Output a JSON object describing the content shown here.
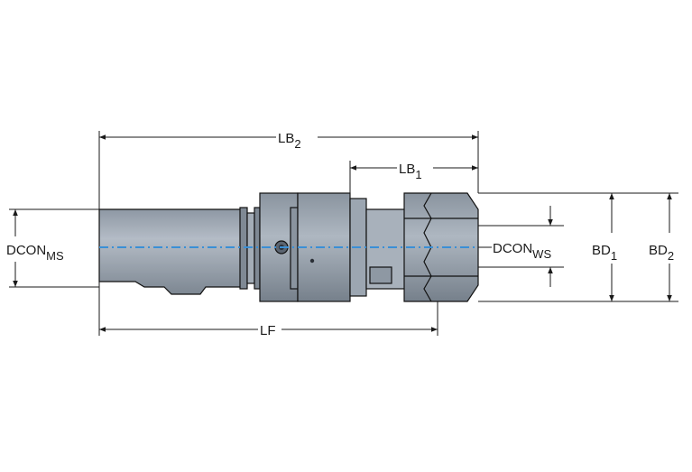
{
  "colors": {
    "body": "#9aa4b0",
    "body_dark": "#6f7984",
    "body_light": "#b8c0c9",
    "centerline": "#3a8fd6",
    "outline": "#111111"
  },
  "dimensions": {
    "lb2": {
      "main": "LB",
      "sub": "2"
    },
    "lb1": {
      "main": "LB",
      "sub": "1"
    },
    "lf": {
      "main": "LF"
    },
    "dcon_ms": {
      "main": "DCON",
      "sub": "MS"
    },
    "dcon_ws": {
      "main": "DCON",
      "sub": "WS"
    },
    "bd1": {
      "main": "BD",
      "sub": "1"
    },
    "bd2": {
      "main": "BD",
      "sub": "2"
    }
  }
}
